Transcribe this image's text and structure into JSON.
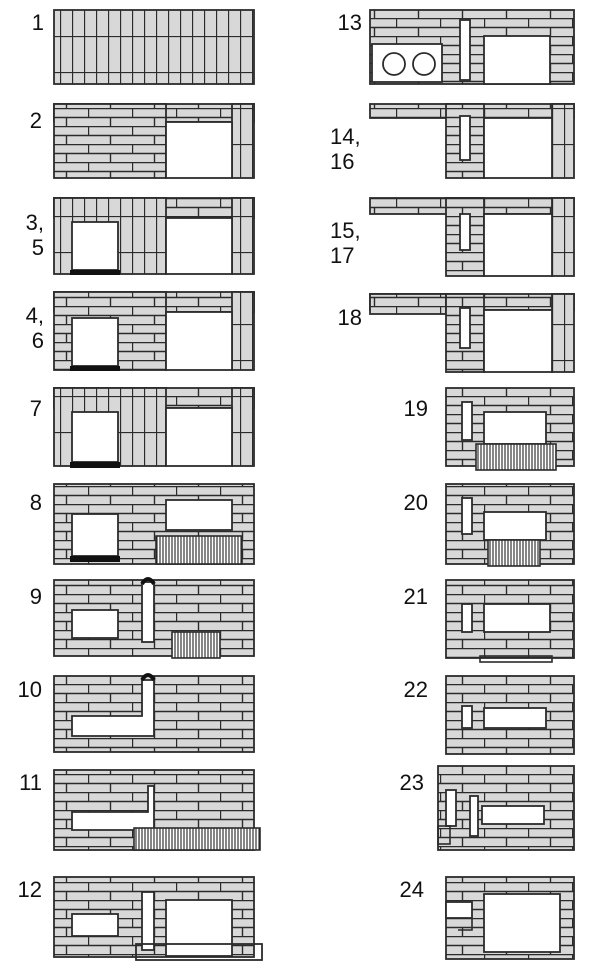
{
  "colors": {
    "brick": "#d8d8d8",
    "mortar": "#2b2b2b",
    "opening": "#ffffff",
    "grate": "#111111"
  },
  "rows": [
    {
      "label": "1",
      "kind": "plain"
    },
    {
      "label": "2",
      "kind": "front-rect"
    },
    {
      "label": "3,\n5",
      "kind": "firebox-door"
    },
    {
      "label": "4,\n6",
      "kind": "firebox-door"
    },
    {
      "label": "7",
      "kind": "firebox-door"
    },
    {
      "label": "8",
      "kind": "firebox-oven"
    },
    {
      "label": "9",
      "kind": "flue-channel"
    },
    {
      "label": "10",
      "kind": "flue-channel"
    },
    {
      "label": "11",
      "kind": "flue-channel"
    },
    {
      "label": "12",
      "kind": "flue-channel"
    },
    {
      "label": "13",
      "kind": "cooktop"
    },
    {
      "label": "14,\n16",
      "kind": "stove-top"
    },
    {
      "label": "15,\n17",
      "kind": "stove-top"
    },
    {
      "label": "18",
      "kind": "stove-top"
    },
    {
      "label": "19",
      "kind": "chamber-grate"
    },
    {
      "label": "20",
      "kind": "chamber-grate"
    },
    {
      "label": "21",
      "kind": "chamber"
    },
    {
      "label": "22",
      "kind": "chamber"
    },
    {
      "label": "23",
      "kind": "chamber"
    },
    {
      "label": "24",
      "kind": "cap"
    }
  ]
}
